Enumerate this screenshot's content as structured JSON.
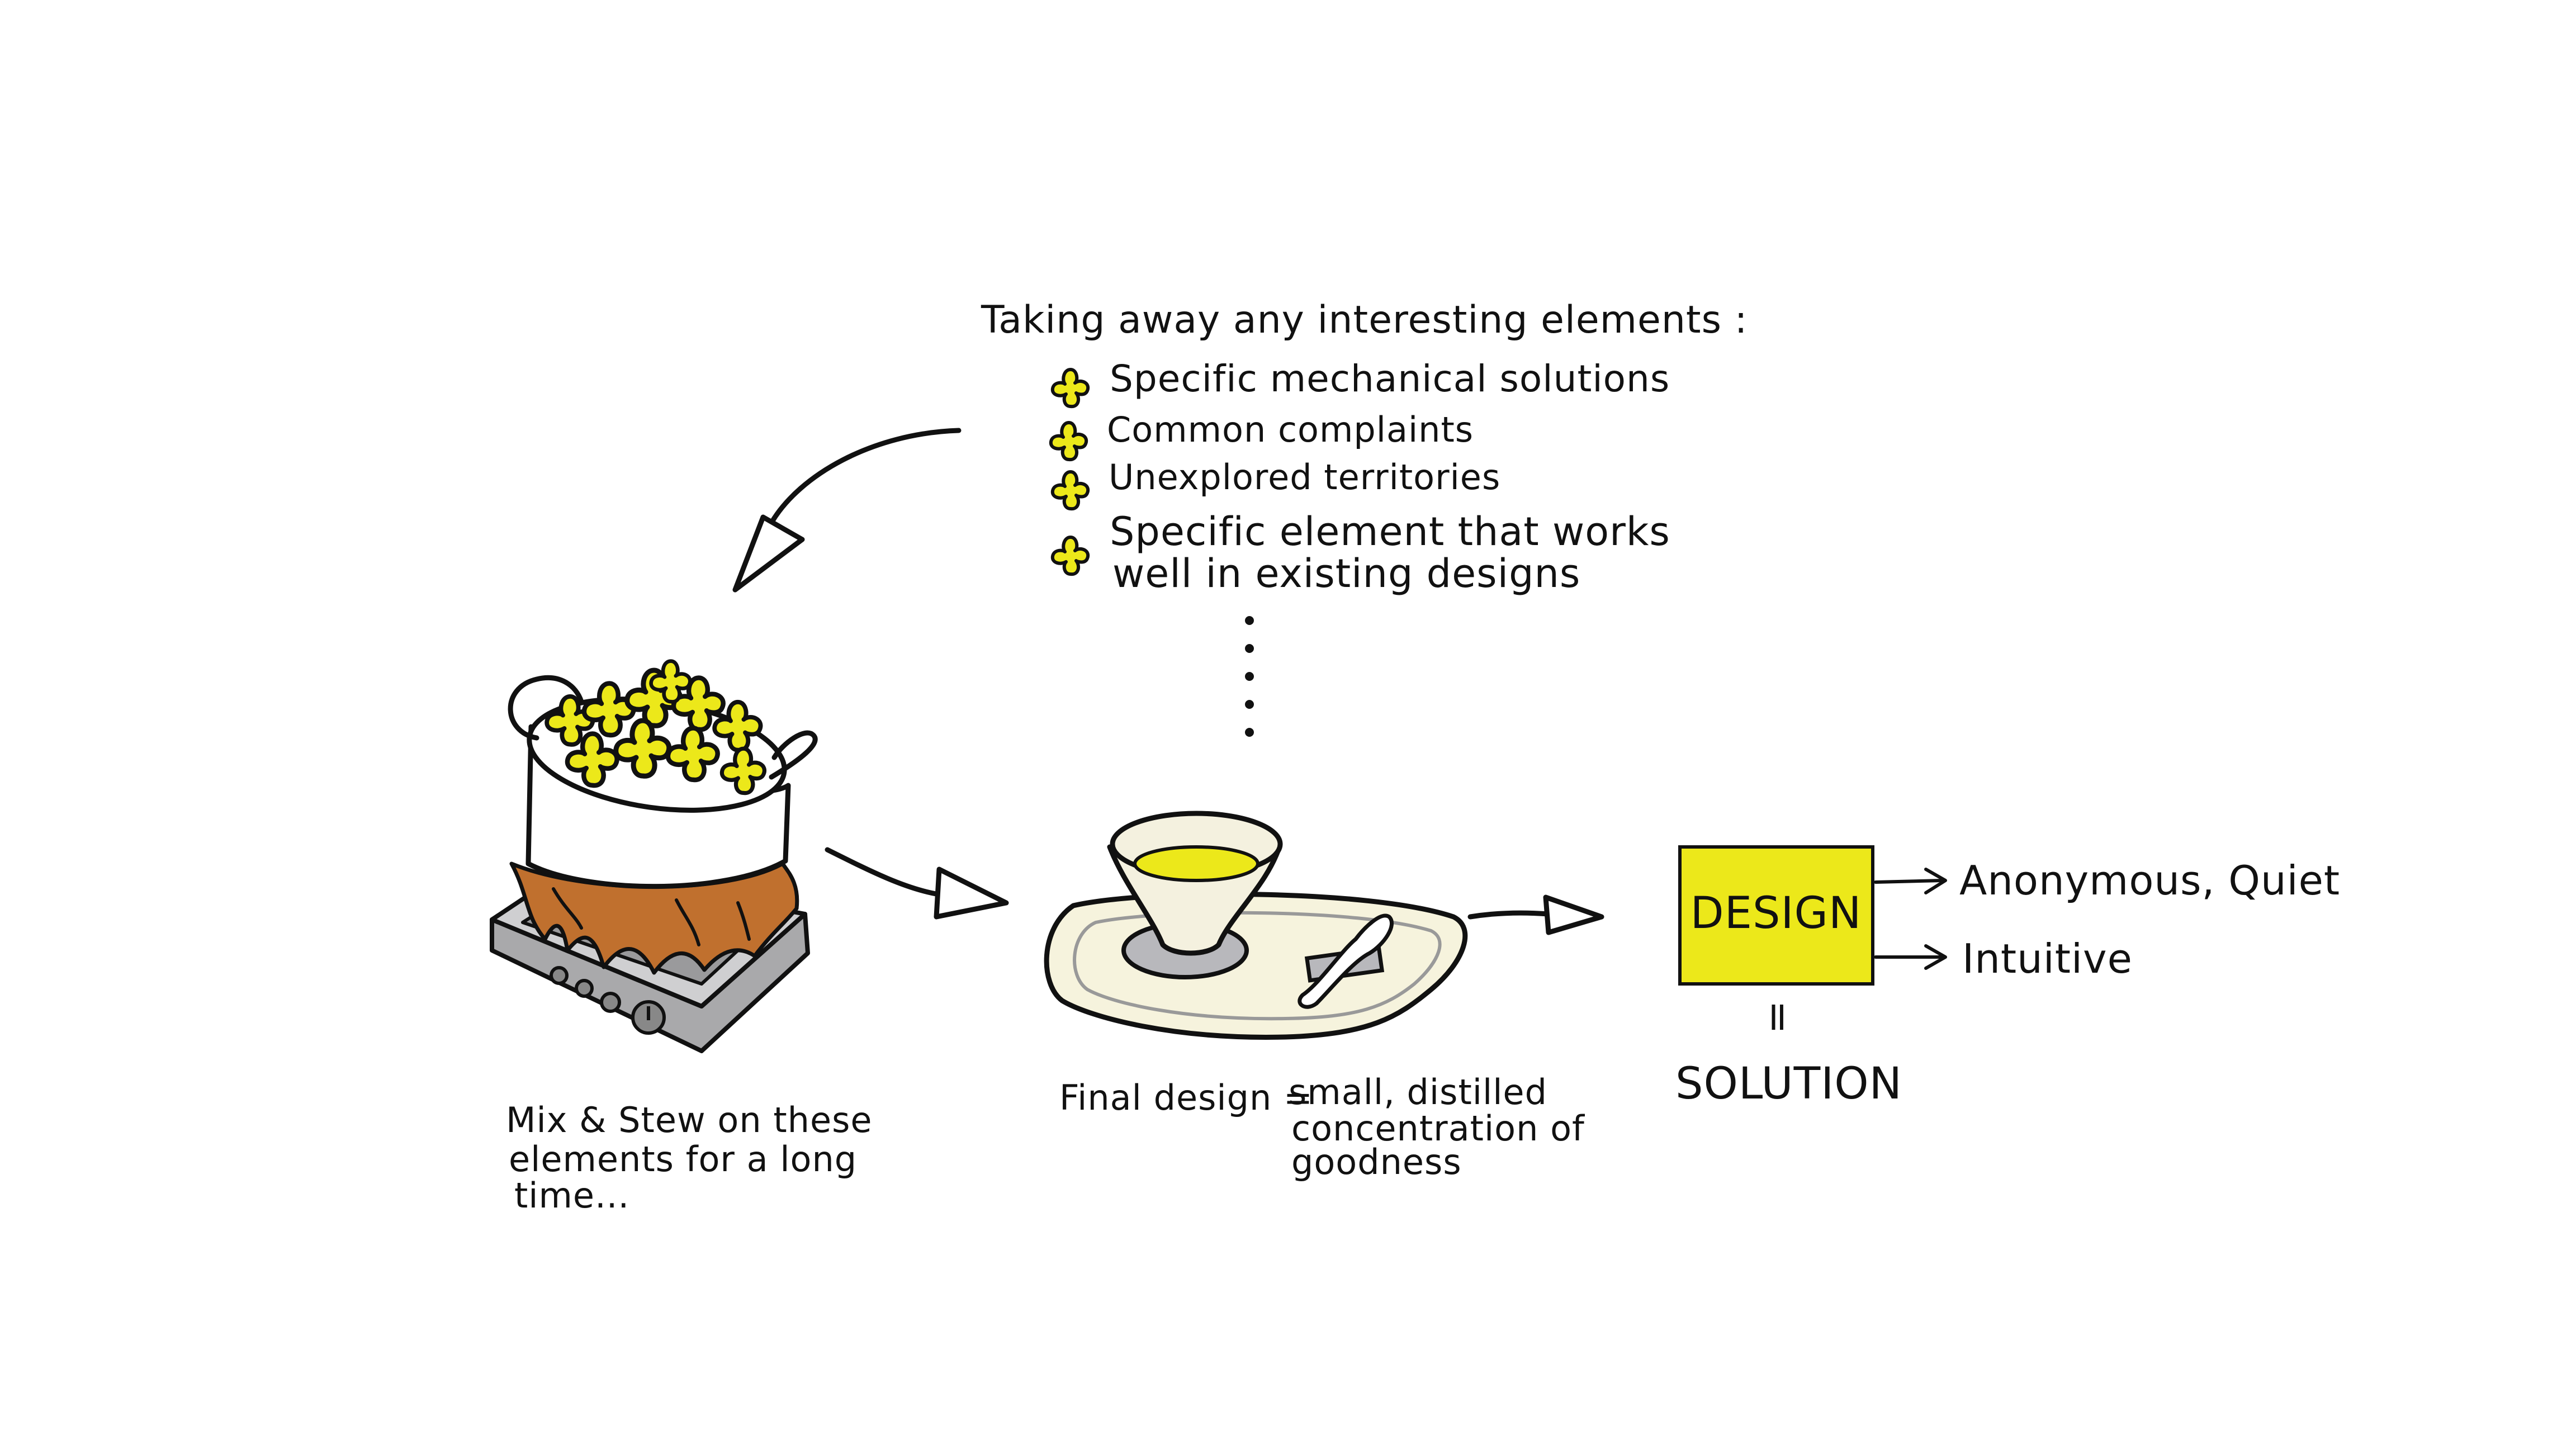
{
  "header": {
    "title": "Taking away any interesting elements :",
    "bullets": [
      "Specific mechanical solutions",
      "Common complaints",
      "Unexplored territories",
      "Specific element that works",
      "well in existing designs"
    ]
  },
  "pot_caption": [
    "Mix & Stew on these",
    "elements for a long",
    "time..."
  ],
  "dish_caption": {
    "label": "Final design =",
    "lines": [
      "small, distilled",
      "concentration of",
      "goodness"
    ]
  },
  "design_box": {
    "label": "DESIGN",
    "equals": "=",
    "solution": "SOLUTION",
    "outputs": [
      "Anonymous, Quiet",
      "Intuitive"
    ]
  },
  "colors": {
    "accent_yellow": "#ECE81A",
    "flame_brown": "#C0702E",
    "ink": "#111111",
    "stove_gray": "#A9A9AB",
    "plate_cream": "#F6F3DD",
    "cup_cream": "#F4F1DF",
    "saucer_gray": "#B8B8BC"
  },
  "icons": [
    "flower-icon",
    "cooking-pot-icon",
    "stove-icon",
    "flame-icon",
    "tea-cup-icon",
    "spoon-icon",
    "plate-icon",
    "arrow-icon"
  ]
}
